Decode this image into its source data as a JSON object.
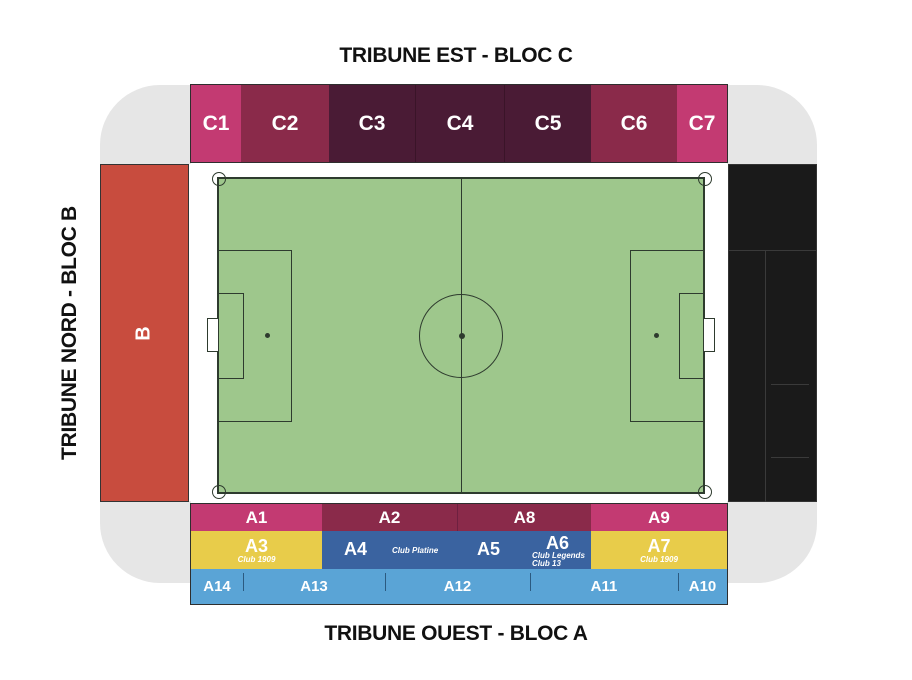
{
  "titles": {
    "east": "TRIBUNE EST - BLOC C",
    "west": "TRIBUNE OUEST - BLOC A",
    "north": "TRIBUNE NORD - BLOC B"
  },
  "colors": {
    "corner_bg": "#e6e6e6",
    "pitch": "#9ec78c",
    "pitch_lines": "#2e3b2e",
    "bloc_b": "#c84c3e",
    "south_stand": "#1a1a1a",
    "c_outer": "#c33a72",
    "c_mid": "#8a2a4a",
    "c_inner": "#4a1b35",
    "a_row1_outer": "#c33a72",
    "a_row1_inner": "#8a2a4a",
    "club_1909": "#e8cc4a",
    "club_platine": "#3a63a0",
    "a_row3": "#5aa4d6"
  },
  "sections": {
    "c1": "C1",
    "c2": "C2",
    "c3": "C3",
    "c4": "C4",
    "c5": "C5",
    "c6": "C6",
    "c7": "C7",
    "b": "B",
    "a1": "A1",
    "a2": "A2",
    "a8": "A8",
    "a9": "A9",
    "a3": "A3",
    "a4": "A4",
    "a5": "A5",
    "a6": "A6",
    "a7": "A7",
    "a14": "A14",
    "a13": "A13",
    "a12": "A12",
    "a11": "A11",
    "a10": "A10"
  },
  "club_labels": {
    "a3": "Club 1909",
    "a7": "Club 1909",
    "platine": "Club Platine",
    "legends": "Club Legends",
    "club13": "Club 13"
  }
}
